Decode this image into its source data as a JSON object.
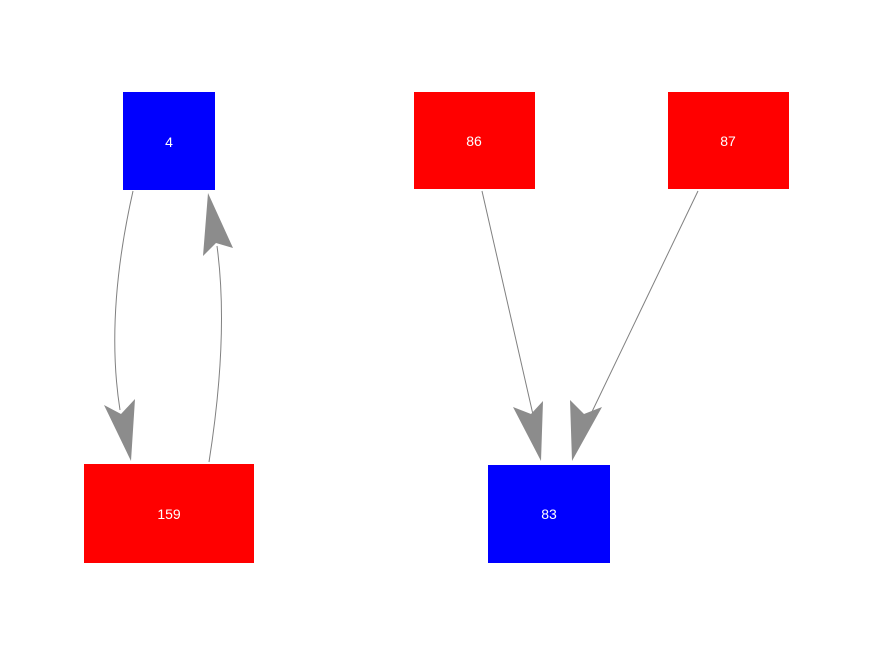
{
  "diagram": {
    "colors": {
      "background": "#ffffff",
      "node_blue": "#0000ff",
      "node_red": "#ff0000",
      "edge": "#808080",
      "arrowhead": "#8c8c8c",
      "label": "#ffffff"
    },
    "nodes": [
      {
        "id": "4",
        "label": "4",
        "color": "blue"
      },
      {
        "id": "159",
        "label": "159",
        "color": "red"
      },
      {
        "id": "86",
        "label": "86",
        "color": "red"
      },
      {
        "id": "87",
        "label": "87",
        "color": "red"
      },
      {
        "id": "83",
        "label": "83",
        "color": "blue"
      }
    ],
    "edges": [
      {
        "from": "4",
        "to": "159",
        "style": "curved"
      },
      {
        "from": "159",
        "to": "4",
        "style": "curved"
      },
      {
        "from": "86",
        "to": "83",
        "style": "straight"
      },
      {
        "from": "87",
        "to": "83",
        "style": "straight"
      }
    ]
  }
}
